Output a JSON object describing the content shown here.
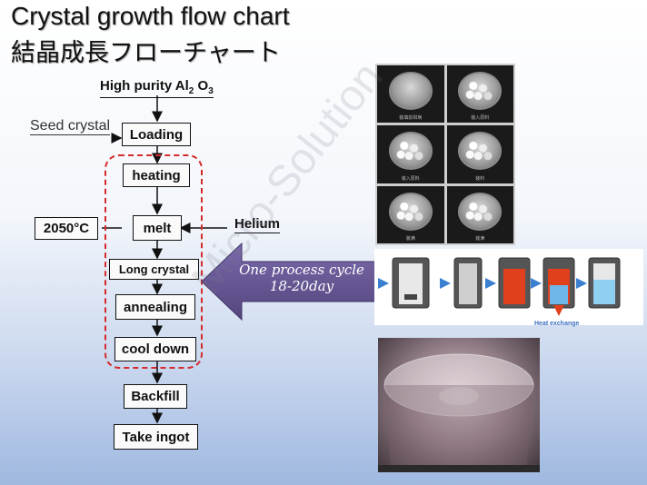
{
  "title": {
    "en": "Crystal growth flow chart",
    "jp": "結晶成長フローチャート"
  },
  "flow": {
    "input_label_main": "High purity Al",
    "input_sub1": "2",
    "input_mid": " O",
    "input_sub2": "3",
    "seed_label": "Seed crystal",
    "temperature_label": "2050°C",
    "helium_label": "Helium",
    "steps": [
      "Loading",
      "heating",
      "melt",
      "Long crystal",
      "annealing",
      "cool down",
      "Backfill",
      "Take ingot"
    ]
  },
  "cycle": {
    "line1": "One process cycle",
    "line2": "18-20day"
  },
  "process_diagram": {
    "heat_label": "Heat exchange"
  },
  "watermark": "Micro-Solution",
  "colors": {
    "dashed_group": "#d42a2a",
    "cycle_arrow": "#6a5a9a",
    "process_arrow": "#3a7fd0",
    "melt_red": "#e0401c",
    "liquid_blue": "#8fd0f0"
  }
}
